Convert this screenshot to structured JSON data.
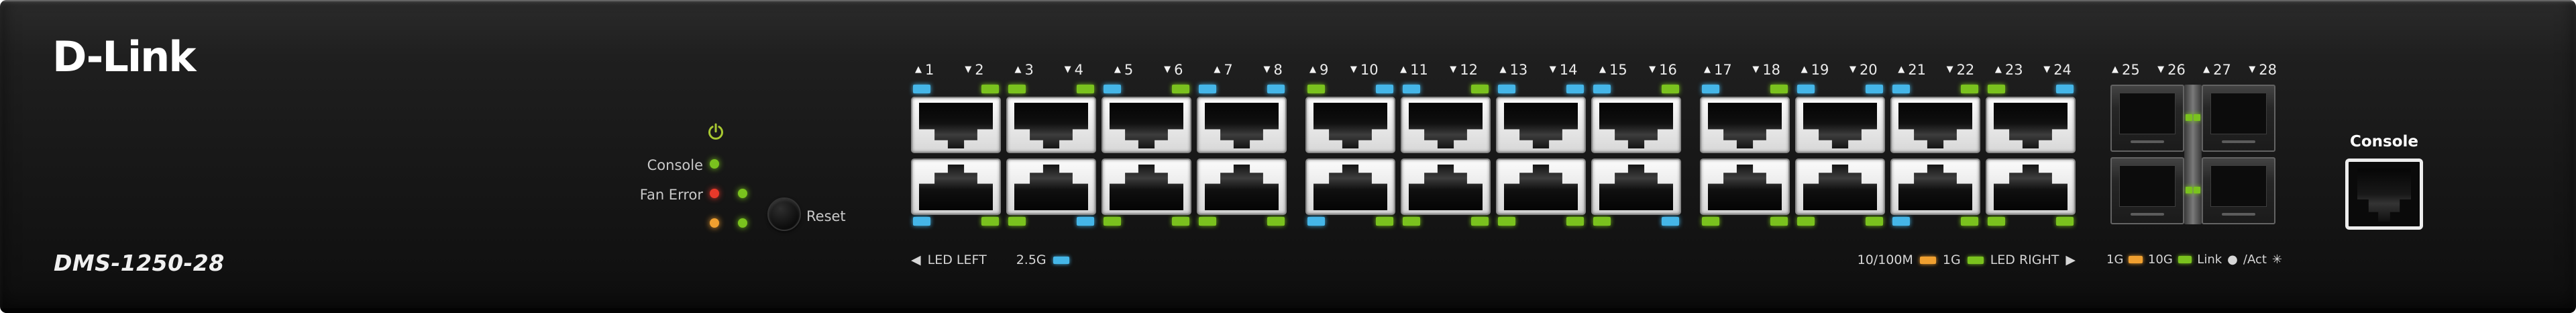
{
  "colors": {
    "blue": "#45b6e8",
    "green": "#7ac21e",
    "orange": "#f0a030",
    "red": "#e8392a",
    "yellow_green": "#a8c832"
  },
  "brand": "D-Link",
  "model": "DMS-1250-28",
  "status": {
    "console_label": "Console",
    "fan_error_label": "Fan Error",
    "reset_label": "Reset"
  },
  "port_groups": [
    {
      "ports": [
        {
          "num": 1,
          "tri": "up",
          "left": "blue",
          "right": "green"
        },
        {
          "num": 2,
          "tri": "down",
          "left": "blue",
          "right": "green"
        },
        {
          "num": 3,
          "tri": "up",
          "left": "green",
          "right": "green"
        },
        {
          "num": 4,
          "tri": "down",
          "left": "green",
          "right": "blue"
        },
        {
          "num": 5,
          "tri": "up",
          "left": "blue",
          "right": "green"
        },
        {
          "num": 6,
          "tri": "down",
          "left": "green",
          "right": "green"
        },
        {
          "num": 7,
          "tri": "up",
          "left": "blue",
          "right": "blue"
        },
        {
          "num": 8,
          "tri": "down",
          "left": "green",
          "right": "green"
        }
      ]
    },
    {
      "ports": [
        {
          "num": 9,
          "tri": "up",
          "left": "green",
          "right": "blue"
        },
        {
          "num": 10,
          "tri": "down",
          "left": "blue",
          "right": "green"
        },
        {
          "num": 11,
          "tri": "up",
          "left": "blue",
          "right": "green"
        },
        {
          "num": 12,
          "tri": "down",
          "left": "green",
          "right": "green"
        },
        {
          "num": 13,
          "tri": "up",
          "left": "blue",
          "right": "blue"
        },
        {
          "num": 14,
          "tri": "down",
          "left": "green",
          "right": "green"
        },
        {
          "num": 15,
          "tri": "up",
          "left": "blue",
          "right": "green"
        },
        {
          "num": 16,
          "tri": "down",
          "left": "green",
          "right": "blue"
        }
      ]
    },
    {
      "ports": [
        {
          "num": 17,
          "tri": "up",
          "left": "blue",
          "right": "green"
        },
        {
          "num": 18,
          "tri": "down",
          "left": "green",
          "right": "green"
        },
        {
          "num": 19,
          "tri": "up",
          "left": "blue",
          "right": "blue"
        },
        {
          "num": 20,
          "tri": "down",
          "left": "green",
          "right": "green"
        },
        {
          "num": 21,
          "tri": "up",
          "left": "blue",
          "right": "green"
        },
        {
          "num": 22,
          "tri": "down",
          "left": "blue",
          "right": "green"
        },
        {
          "num": 23,
          "tri": "up",
          "left": "green",
          "right": "blue"
        },
        {
          "num": 24,
          "tri": "down",
          "left": "green",
          "right": "green"
        }
      ]
    }
  ],
  "sfp_group": {
    "numbers": [
      {
        "num": 25,
        "tri": "up"
      },
      {
        "num": 26,
        "tri": "down"
      },
      {
        "num": 27,
        "tri": "up"
      },
      {
        "num": 28,
        "tri": "down"
      }
    ]
  },
  "legends": {
    "left": {
      "arrow": "◀",
      "label": "LED LEFT",
      "speed": "2.5G"
    },
    "right": {
      "speed1": "10/100M",
      "speed2": "1G",
      "label": "LED RIGHT",
      "arrow": "▶"
    },
    "sfp": {
      "speed1": "1G",
      "speed2": "10G",
      "link": "Link",
      "link_dot": "●",
      "act": "/Act",
      "act_mark": "✳"
    }
  },
  "console_port": {
    "label": "Console"
  }
}
